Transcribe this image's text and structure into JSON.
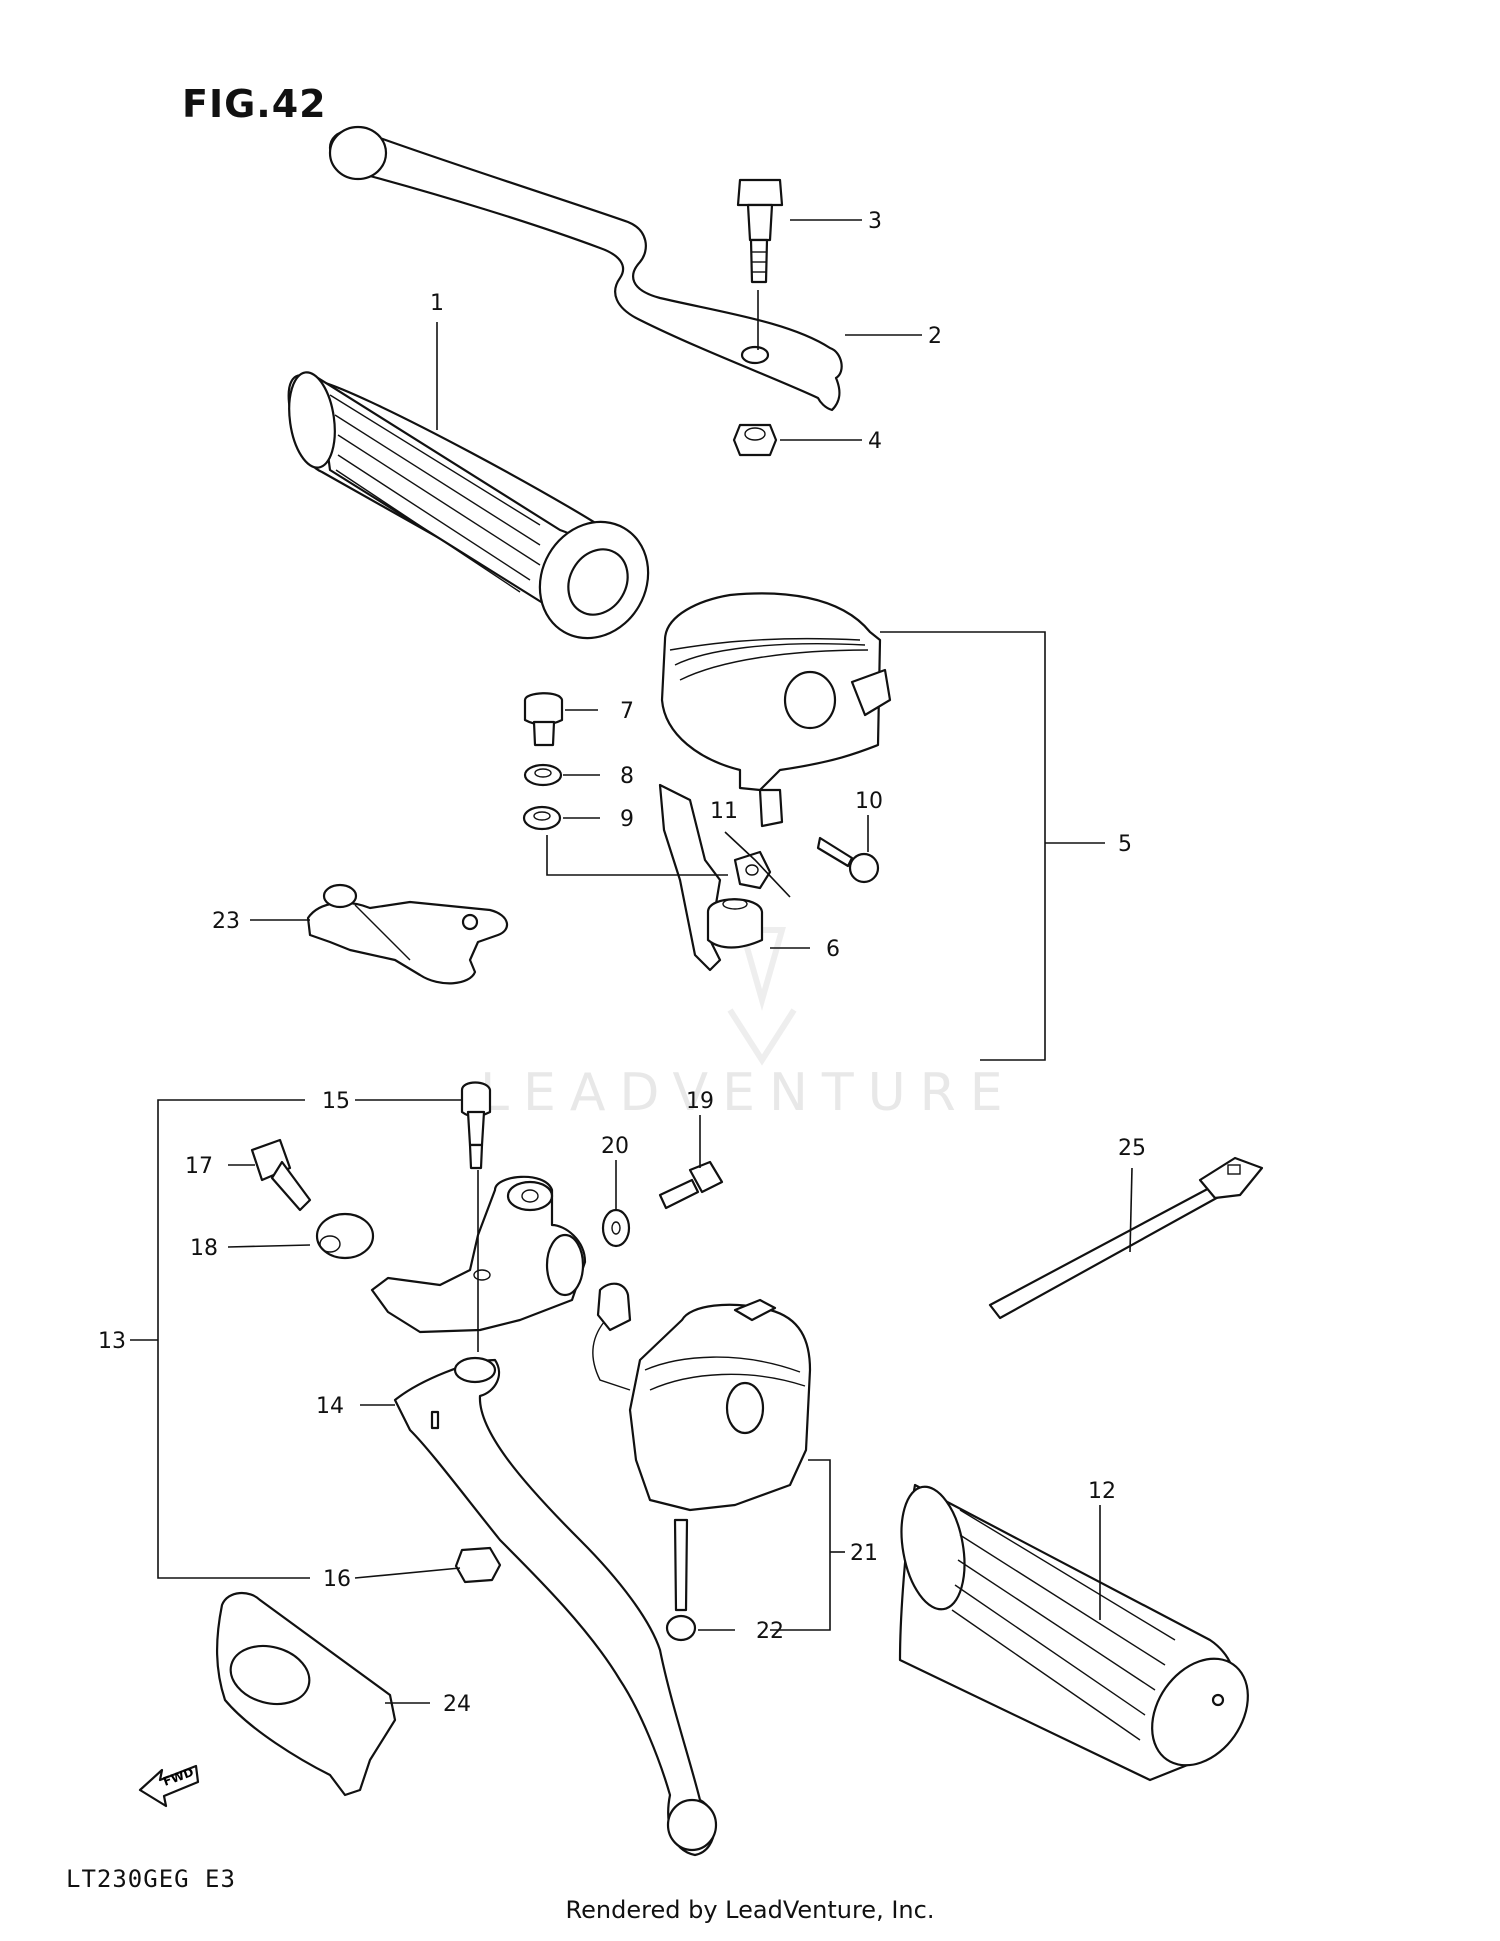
{
  "figure": {
    "title": "FIG.42",
    "model_code": "LT230GEG  E3",
    "footer": "Rendered by LeadVenture, Inc.",
    "watermark": "LEADVENTURE",
    "fwd_label": "FWD"
  },
  "callouts": {
    "c1": "1",
    "c2": "2",
    "c3": "3",
    "c4": "4",
    "c5": "5",
    "c6": "6",
    "c7": "7",
    "c8": "8",
    "c9": "9",
    "c10": "10",
    "c11": "11",
    "c12": "12",
    "c13": "13",
    "c14": "14",
    "c15": "15",
    "c16": "16",
    "c17": "17",
    "c18": "18",
    "c19": "19",
    "c20": "20",
    "c21": "21",
    "c22": "22",
    "c23": "23",
    "c24": "24",
    "c25": "25"
  }
}
